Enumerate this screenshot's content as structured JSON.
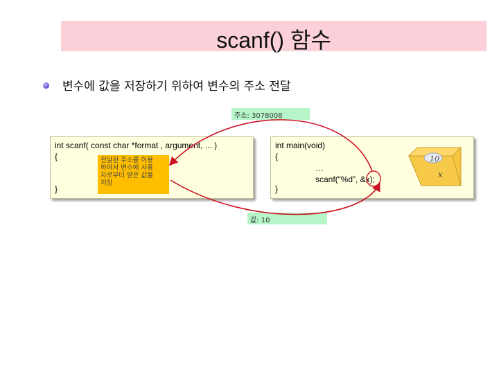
{
  "title": "scanf() 함수",
  "bullet": "변수에 값을 저장하기 위하여 변수의 주소 전달",
  "address_label": "주소: 3078008",
  "value_label": "값: 10",
  "scanf_def": {
    "lines": [
      "int scanf( const char *format , argument, ... )",
      "{",
      "}"
    ]
  },
  "note": {
    "lines": [
      "전달된 주소를 이용",
      "하여서 변수에 사용",
      "자로부터 받은 값을",
      "저장"
    ]
  },
  "main_code": {
    "lines": [
      "int   main(void)",
      "{",
      "…",
      "scanf(“%d”, &x);",
      "}"
    ]
  },
  "variable_box": {
    "value": "10",
    "name": "x"
  },
  "colors": {
    "title_bg": "#fbd0d8",
    "code_bg": "#ffffe0",
    "label_bg": "#b6f5c8",
    "note_bg": "#ffbf00",
    "arrow": "#cc1122",
    "box_face": "#f5c542"
  }
}
